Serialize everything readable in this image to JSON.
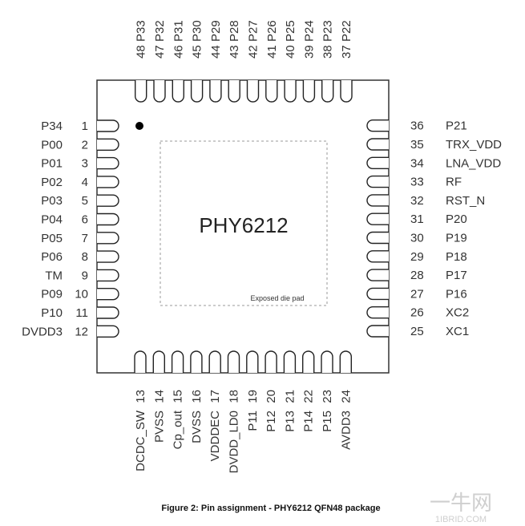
{
  "chip": {
    "name": "PHY6212",
    "pad_label": "Exposed die pad"
  },
  "caption": "Figure 2: Pin assignment - PHY6212 QFN48 package",
  "watermark": {
    "line1": "一牛网",
    "line2": "1IBRID.COM"
  },
  "pins": {
    "left": [
      {
        "num": "1",
        "name": "P34"
      },
      {
        "num": "2",
        "name": "P00"
      },
      {
        "num": "3",
        "name": "P01"
      },
      {
        "num": "4",
        "name": "P02"
      },
      {
        "num": "5",
        "name": "P03"
      },
      {
        "num": "6",
        "name": "P04"
      },
      {
        "num": "7",
        "name": "P05"
      },
      {
        "num": "8",
        "name": "P06"
      },
      {
        "num": "9",
        "name": "TM"
      },
      {
        "num": "10",
        "name": "P09"
      },
      {
        "num": "11",
        "name": "P10"
      },
      {
        "num": "12",
        "name": "DVDD3"
      }
    ],
    "bottom": [
      {
        "num": "13",
        "name": "DCDC_SW"
      },
      {
        "num": "14",
        "name": "PVSS"
      },
      {
        "num": "15",
        "name": "Cp_out"
      },
      {
        "num": "16",
        "name": "DVSS"
      },
      {
        "num": "17",
        "name": "VDDDEC"
      },
      {
        "num": "18",
        "name": "DVDD_LD0"
      },
      {
        "num": "19",
        "name": "P11"
      },
      {
        "num": "20",
        "name": "P12"
      },
      {
        "num": "21",
        "name": "P13"
      },
      {
        "num": "22",
        "name": "P14"
      },
      {
        "num": "23",
        "name": "P15"
      },
      {
        "num": "24",
        "name": "AVDD3"
      }
    ],
    "right": [
      {
        "num": "25",
        "name": "XC1"
      },
      {
        "num": "26",
        "name": "XC2"
      },
      {
        "num": "27",
        "name": "P16"
      },
      {
        "num": "28",
        "name": "P17"
      },
      {
        "num": "29",
        "name": "P18"
      },
      {
        "num": "30",
        "name": "P19"
      },
      {
        "num": "31",
        "name": "P20"
      },
      {
        "num": "32",
        "name": "RST_N"
      },
      {
        "num": "33",
        "name": "RF"
      },
      {
        "num": "34",
        "name": "LNA_VDD"
      },
      {
        "num": "35",
        "name": "TRX_VDD"
      },
      {
        "num": "36",
        "name": "P21"
      }
    ],
    "top": [
      {
        "num": "37",
        "name": "P22"
      },
      {
        "num": "38",
        "name": "P23"
      },
      {
        "num": "39",
        "name": "P24"
      },
      {
        "num": "40",
        "name": "P25"
      },
      {
        "num": "41",
        "name": "P26"
      },
      {
        "num": "42",
        "name": "P27"
      },
      {
        "num": "43",
        "name": "P28"
      },
      {
        "num": "44",
        "name": "P29"
      },
      {
        "num": "45",
        "name": "P30"
      },
      {
        "num": "46",
        "name": "P31"
      },
      {
        "num": "47",
        "name": "P32"
      },
      {
        "num": "48",
        "name": "P33"
      }
    ]
  }
}
